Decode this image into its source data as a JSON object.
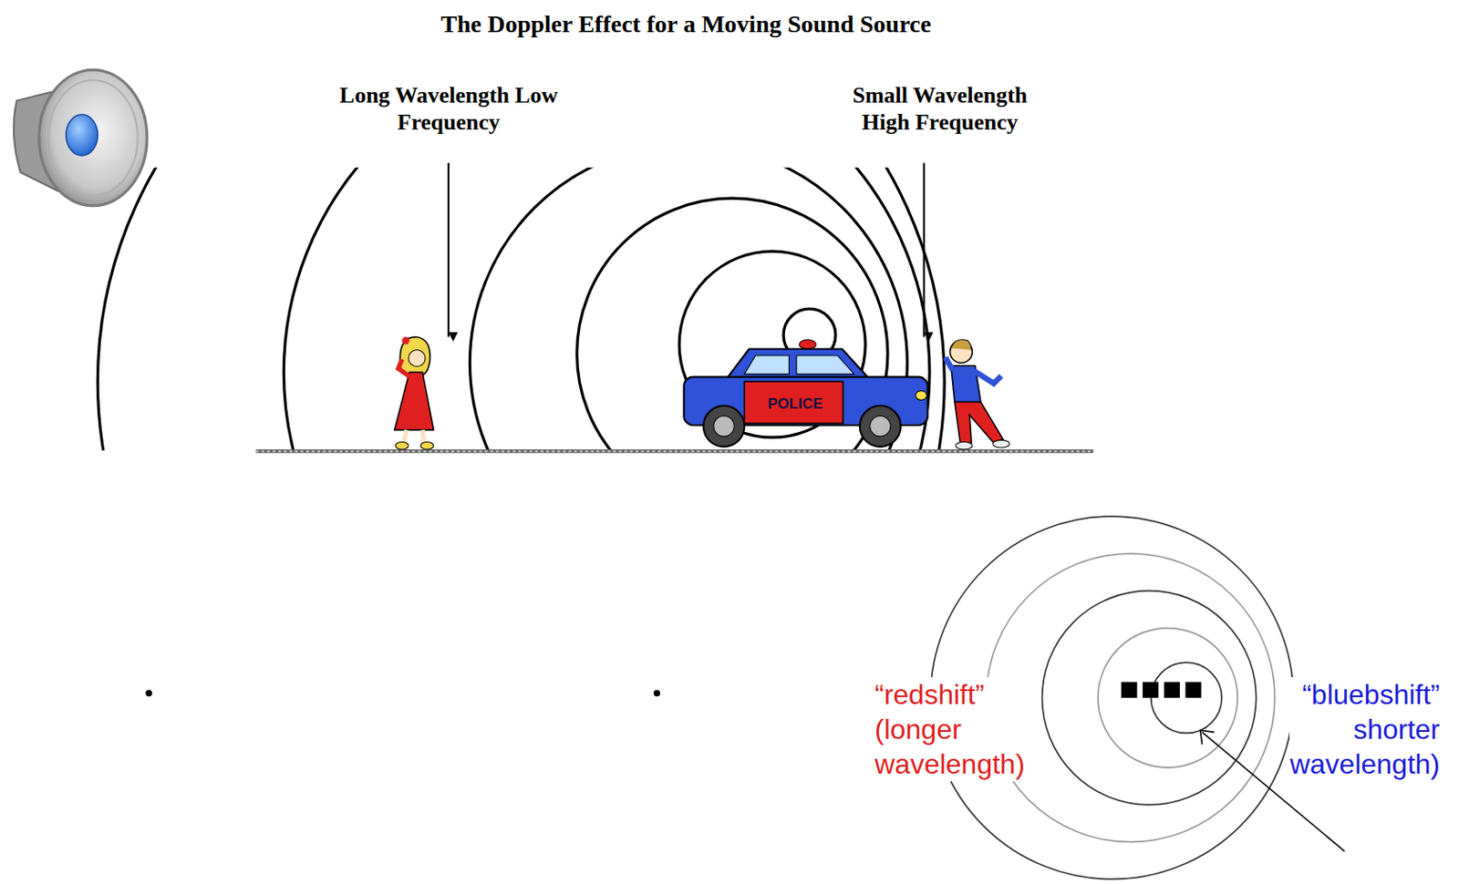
{
  "diagram": {
    "title": "The Doppler Effect for a Moving Sound Source",
    "labels": [
      "Long Wavelength Low Frequency",
      "Small Wavelength High Frequency",
      "POLICE",
      "“redshift” (longer wavelength)",
      "“bluebshift” shorter wavelength)"
    ]
  }
}
